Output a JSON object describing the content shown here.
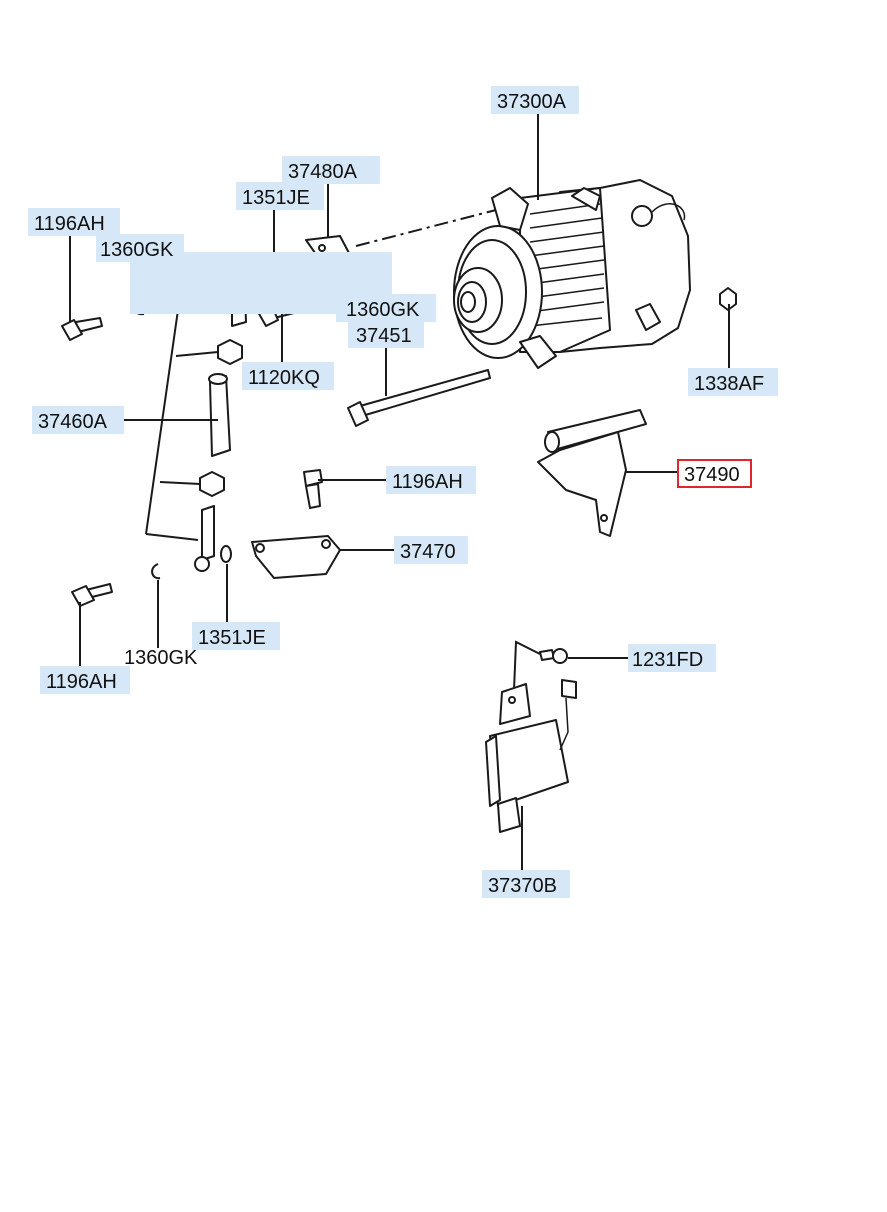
{
  "diagram": {
    "highlight_color": "#e0262c",
    "label_bg_color": "#d6e8f7",
    "labels": [
      {
        "id": "alternator-assy",
        "text": "37300A",
        "highlighted": false
      },
      {
        "id": "bracket-top",
        "text": "37480A",
        "highlighted": false
      },
      {
        "id": "washer-top",
        "text": "1351JE",
        "highlighted": false
      },
      {
        "id": "bolt-left-top",
        "text": "1196AH",
        "highlighted": false
      },
      {
        "id": "ring-left-top",
        "text": "1360GK",
        "highlighted": false
      },
      {
        "id": "ring-mid",
        "text": "1360GK",
        "highlighted": false
      },
      {
        "id": "long-bolt",
        "text": "37451",
        "highlighted": false
      },
      {
        "id": "bolt-mid",
        "text": "1120KQ",
        "highlighted": false
      },
      {
        "id": "nut-right",
        "text": "1338AF",
        "highlighted": false
      },
      {
        "id": "adjust-assy",
        "text": "37460A",
        "highlighted": false
      },
      {
        "id": "alternator-bracket",
        "text": "37490",
        "highlighted": true
      },
      {
        "id": "bolt-center",
        "text": "1196AH",
        "highlighted": false
      },
      {
        "id": "brace",
        "text": "37470",
        "highlighted": false
      },
      {
        "id": "washer-bottom",
        "text": "1351JE",
        "highlighted": false
      },
      {
        "id": "ring-bottom",
        "text": "1360GK",
        "highlighted": false
      },
      {
        "id": "bolt-left-bottom",
        "text": "1196AH",
        "highlighted": false
      },
      {
        "id": "screw-regulator",
        "text": "1231FD",
        "highlighted": false
      },
      {
        "id": "regulator",
        "text": "37370B",
        "highlighted": false
      }
    ]
  }
}
